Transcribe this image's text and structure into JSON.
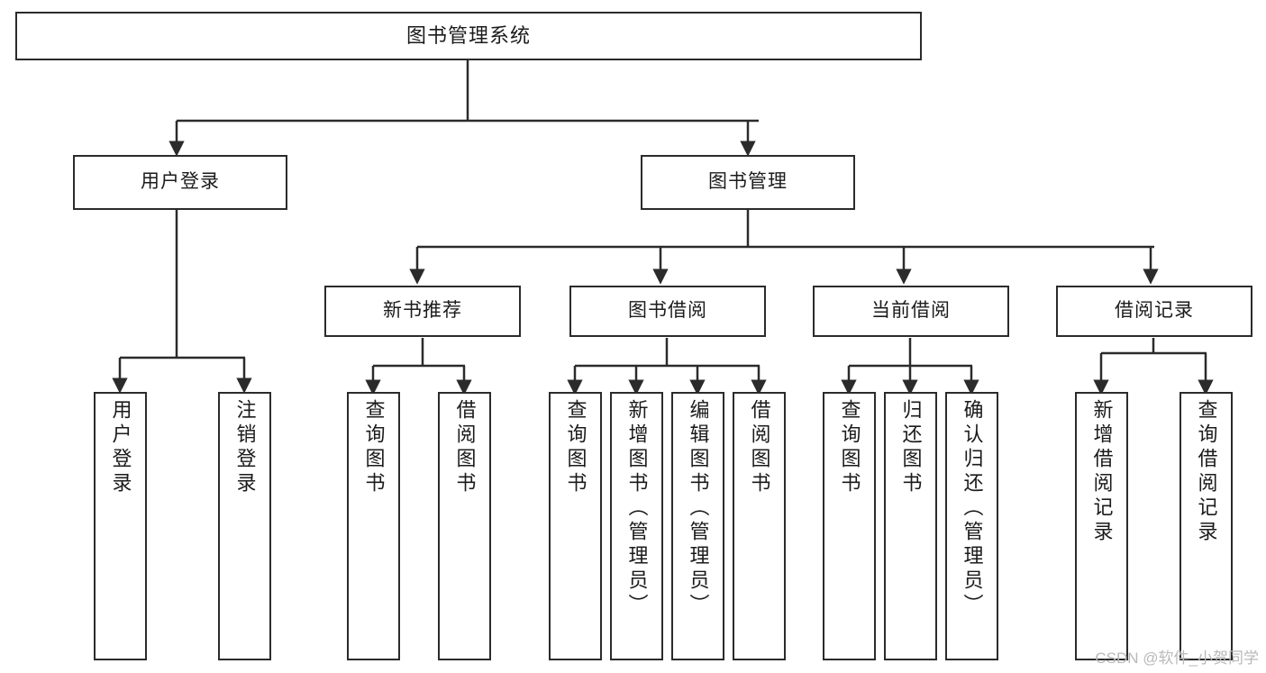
{
  "title": "图书管理系统",
  "colors": {
    "node_border": "#2b2b2b",
    "node_fill": "#ffffff",
    "edge": "#2b2b2b",
    "text": "#1b1b1b",
    "watermark": "#b9b9b9",
    "background": "#ffffff"
  },
  "watermark": "CSDN @软件_小贺同学",
  "nodes": {
    "root": {
      "label": "图书管理系统"
    },
    "level1": [
      {
        "label": "用户登录"
      },
      {
        "label": "图书管理"
      }
    ],
    "level2": [
      {
        "label": "新书推荐"
      },
      {
        "label": "图书借阅"
      },
      {
        "label": "当前借阅"
      },
      {
        "label": "借阅记录"
      }
    ],
    "leaves": {
      "user_login": [
        {
          "label": "用户登录"
        },
        {
          "label": "注销登录"
        }
      ],
      "new_book_recommend": [
        {
          "label": "查询图书"
        },
        {
          "label": "借阅图书"
        }
      ],
      "book_borrow": [
        {
          "label": "查询图书"
        },
        {
          "label": "新增图书（管理员）"
        },
        {
          "label": "编辑图书（管理员）"
        },
        {
          "label": "借阅图书"
        }
      ],
      "current_borrow": [
        {
          "label": "查询图书"
        },
        {
          "label": "归还图书"
        },
        {
          "label": "确认归还（管理员）"
        }
      ],
      "borrow_record": [
        {
          "label": "新增借阅记录"
        },
        {
          "label": "查询借阅记录"
        }
      ]
    }
  },
  "chart_data": {
    "type": "diagram",
    "diagram_kind": "tree / functional structure chart",
    "title": "图书管理系统",
    "orientation": "top-down",
    "edge_style": "orthogonal with arrowheads",
    "levels": 4,
    "tree": {
      "name": "图书管理系统",
      "children": [
        {
          "name": "用户登录",
          "children": [
            {
              "name": "用户登录"
            },
            {
              "name": "注销登录"
            }
          ]
        },
        {
          "name": "图书管理",
          "children": [
            {
              "name": "新书推荐",
              "children": [
                {
                  "name": "查询图书"
                },
                {
                  "name": "借阅图书"
                }
              ]
            },
            {
              "name": "图书借阅",
              "children": [
                {
                  "name": "查询图书"
                },
                {
                  "name": "新增图书（管理员）"
                },
                {
                  "name": "编辑图书（管理员）"
                },
                {
                  "name": "借阅图书"
                }
              ]
            },
            {
              "name": "当前借阅",
              "children": [
                {
                  "name": "查询图书"
                },
                {
                  "name": "归还图书"
                },
                {
                  "name": "确认归还（管理员）"
                }
              ]
            },
            {
              "name": "借阅记录",
              "children": [
                {
                  "name": "新增借阅记录"
                },
                {
                  "name": "查询借阅记录"
                }
              ]
            }
          ]
        }
      ]
    }
  }
}
